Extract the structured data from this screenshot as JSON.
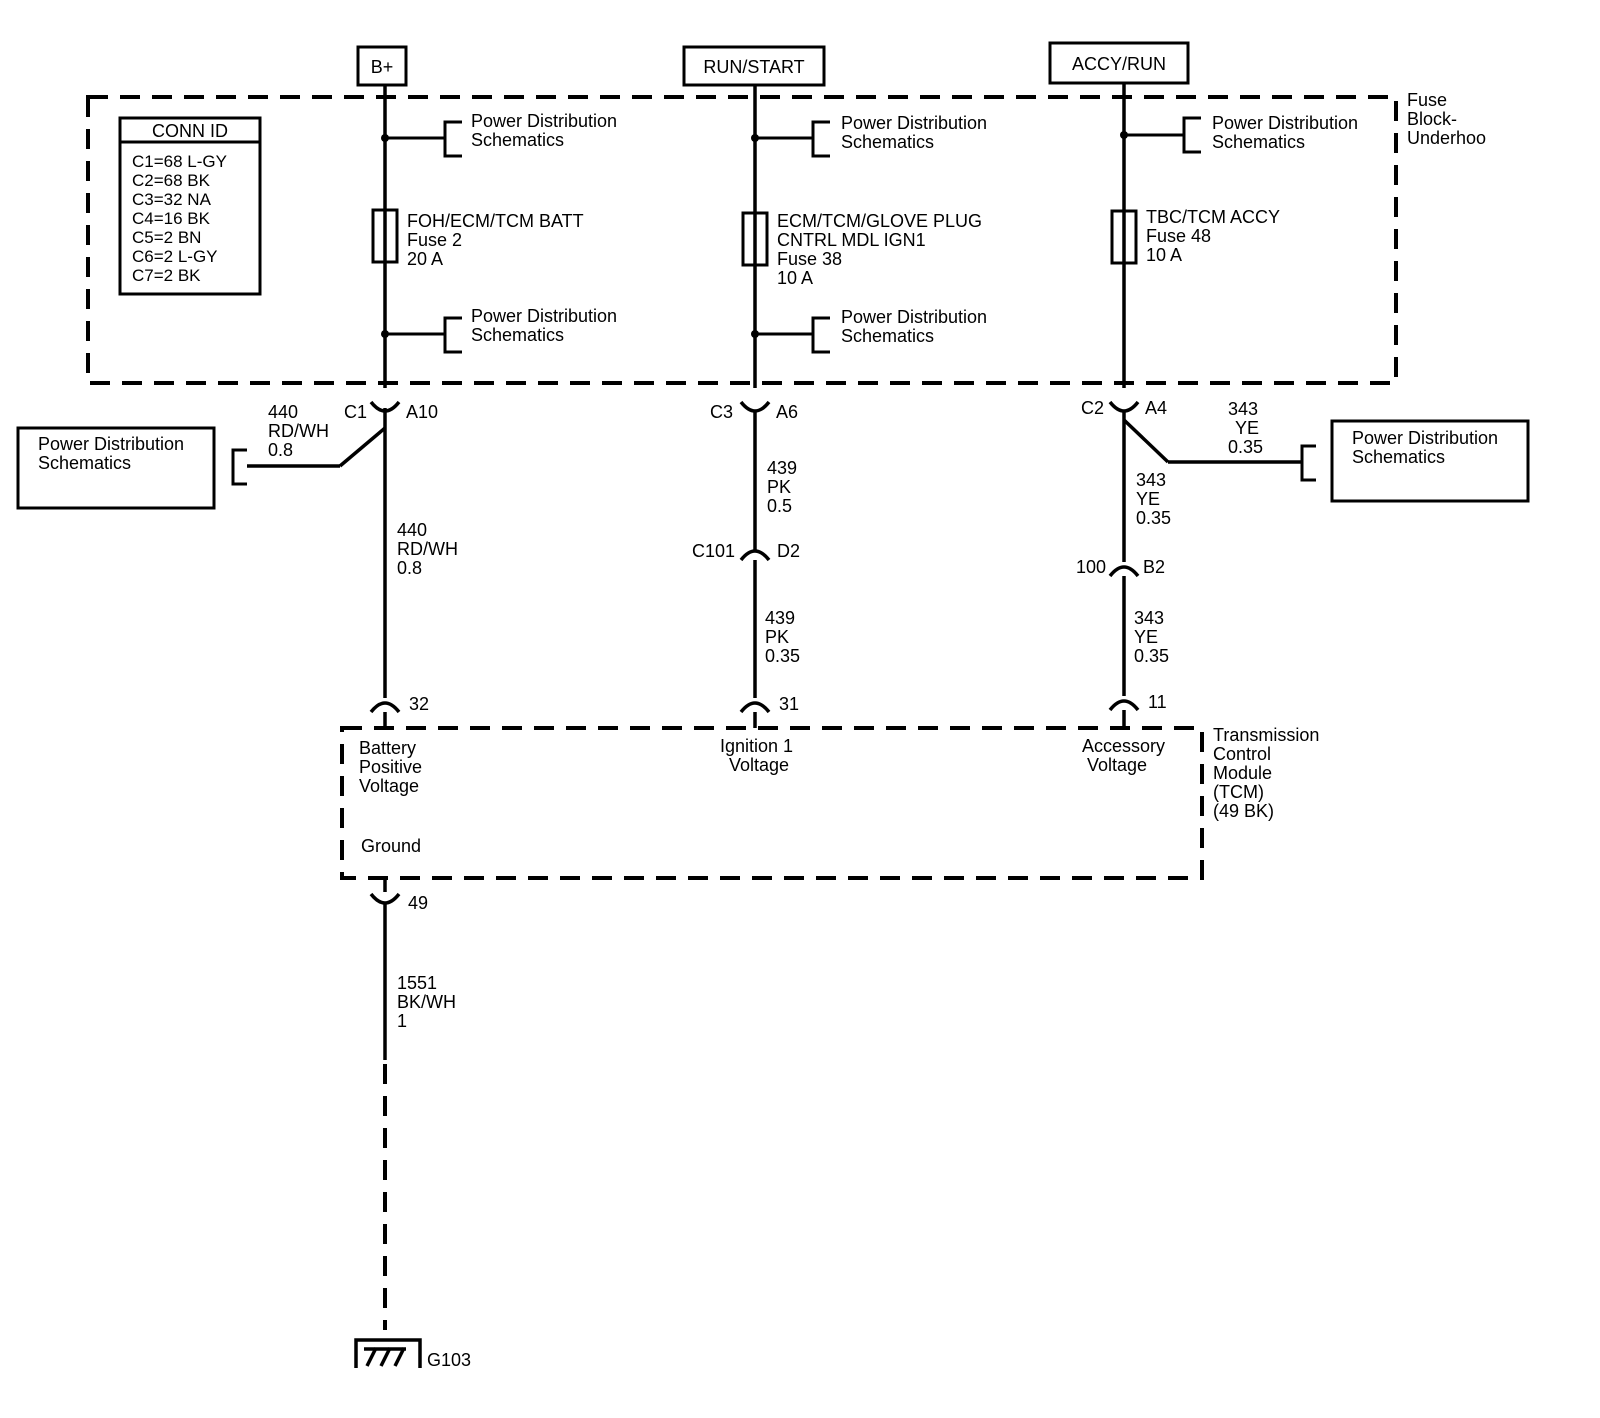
{
  "sources": {
    "b_plus": "B+",
    "run_start": "RUN/START",
    "accy_run": "ACCY/RUN"
  },
  "fuse_block": {
    "title": [
      "Fuse",
      "Block-",
      "Underhoo"
    ]
  },
  "conn_id": {
    "header": "CONN ID",
    "rows": [
      "C1=68 L-GY",
      "C2=68 BK",
      "C3=32 NA",
      "C4=16 BK",
      "C5=2 BN",
      "C6=2 L-GY",
      "C7=2 BK"
    ]
  },
  "ref": {
    "power_distribution": [
      "Power Distribution",
      "Schematics"
    ]
  },
  "fuses": {
    "f2": [
      "FOH/ECM/TCM BATT",
      "Fuse 2",
      "20 A"
    ],
    "f38": [
      "ECM/TCM/GLOVE PLUG",
      "CNTRL MDL IGN1",
      "Fuse 38",
      "10 A"
    ],
    "f48": [
      "TBC/TCM ACCY",
      "Fuse 48",
      "10 A"
    ]
  },
  "connectors": {
    "c1": "C1",
    "a10": "A10",
    "c3": "C3",
    "a6": "A6",
    "c2": "C2",
    "a4": "A4",
    "c101": "C101",
    "d2": "D2",
    "c100": "100",
    "b2": "B2",
    "p32": "32",
    "p31": "31",
    "p11": "11",
    "p49": "49"
  },
  "wires": {
    "w440_splice": [
      "440",
      "RD/WH",
      "0.8"
    ],
    "w440_main": [
      "440",
      "RD/WH",
      "0.8"
    ],
    "w439_upper": [
      "439",
      "PK",
      "0.5"
    ],
    "w439_lower": [
      "439",
      "PK",
      "0.35"
    ],
    "w343_branch": [
      "343",
      "YE",
      "0.35"
    ],
    "w343_upper": [
      "343",
      "YE",
      "0.35"
    ],
    "w343_lower": [
      "343",
      "YE",
      "0.35"
    ],
    "w1551": [
      "1551",
      "BK/WH",
      "1"
    ]
  },
  "tcm": {
    "title": [
      "Transmission",
      "Control",
      "Module",
      "(TCM)",
      "(49 BK)"
    ],
    "battery": [
      "Battery",
      "Positive",
      "Voltage"
    ],
    "ignition": [
      "Ignition 1",
      "Voltage"
    ],
    "accessory": [
      "Accessory",
      "Voltage"
    ],
    "ground": "Ground"
  },
  "ground": {
    "label": "G103"
  }
}
